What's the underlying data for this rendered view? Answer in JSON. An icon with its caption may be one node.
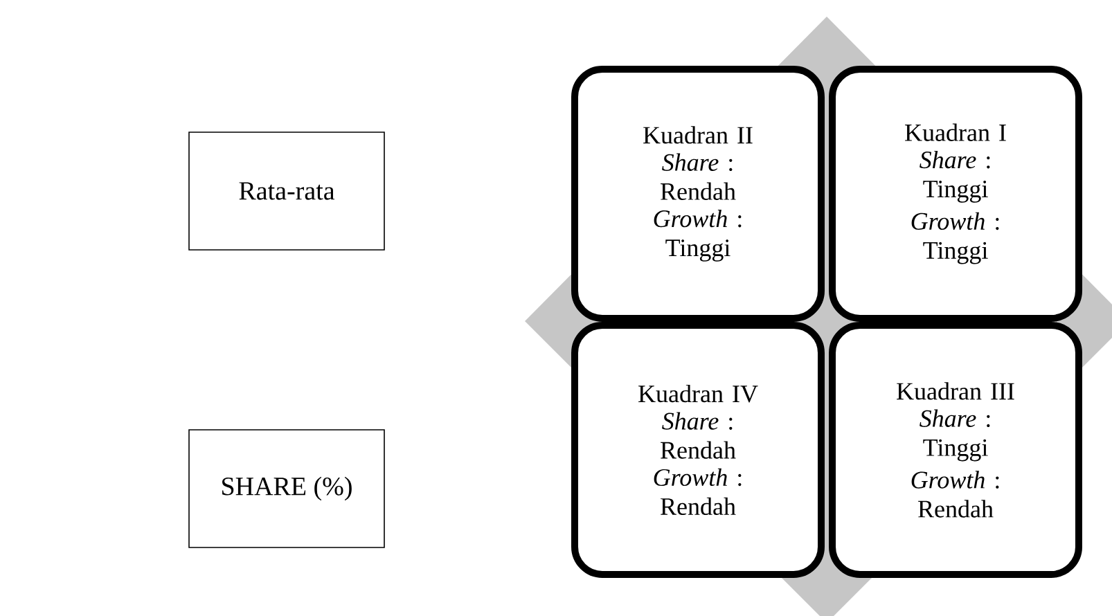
{
  "diagram": {
    "nodes": [
      {
        "text": [
          "Rata-rata"
        ]
      },
      {
        "text": [
          "Kuadran II",
          "*Share* : Rendah",
          "*Growth* : Tinggi"
        ]
      },
      {
        "text": [
          "Kuadran I",
          "*Share* : Tinggi",
          "*Growth* : Tinggi"
        ]
      },
      {
        "text": [
          "SHARE (%)"
        ]
      },
      {
        "text": [
          "Kuadran IV",
          "*Share* : Rendah",
          "*Growth* : Rendah"
        ]
      },
      {
        "text": [
          "Kuadran III",
          "*Share* : Tinggi",
          "*Growth* : Rendah"
        ]
      }
    ]
  }
}
